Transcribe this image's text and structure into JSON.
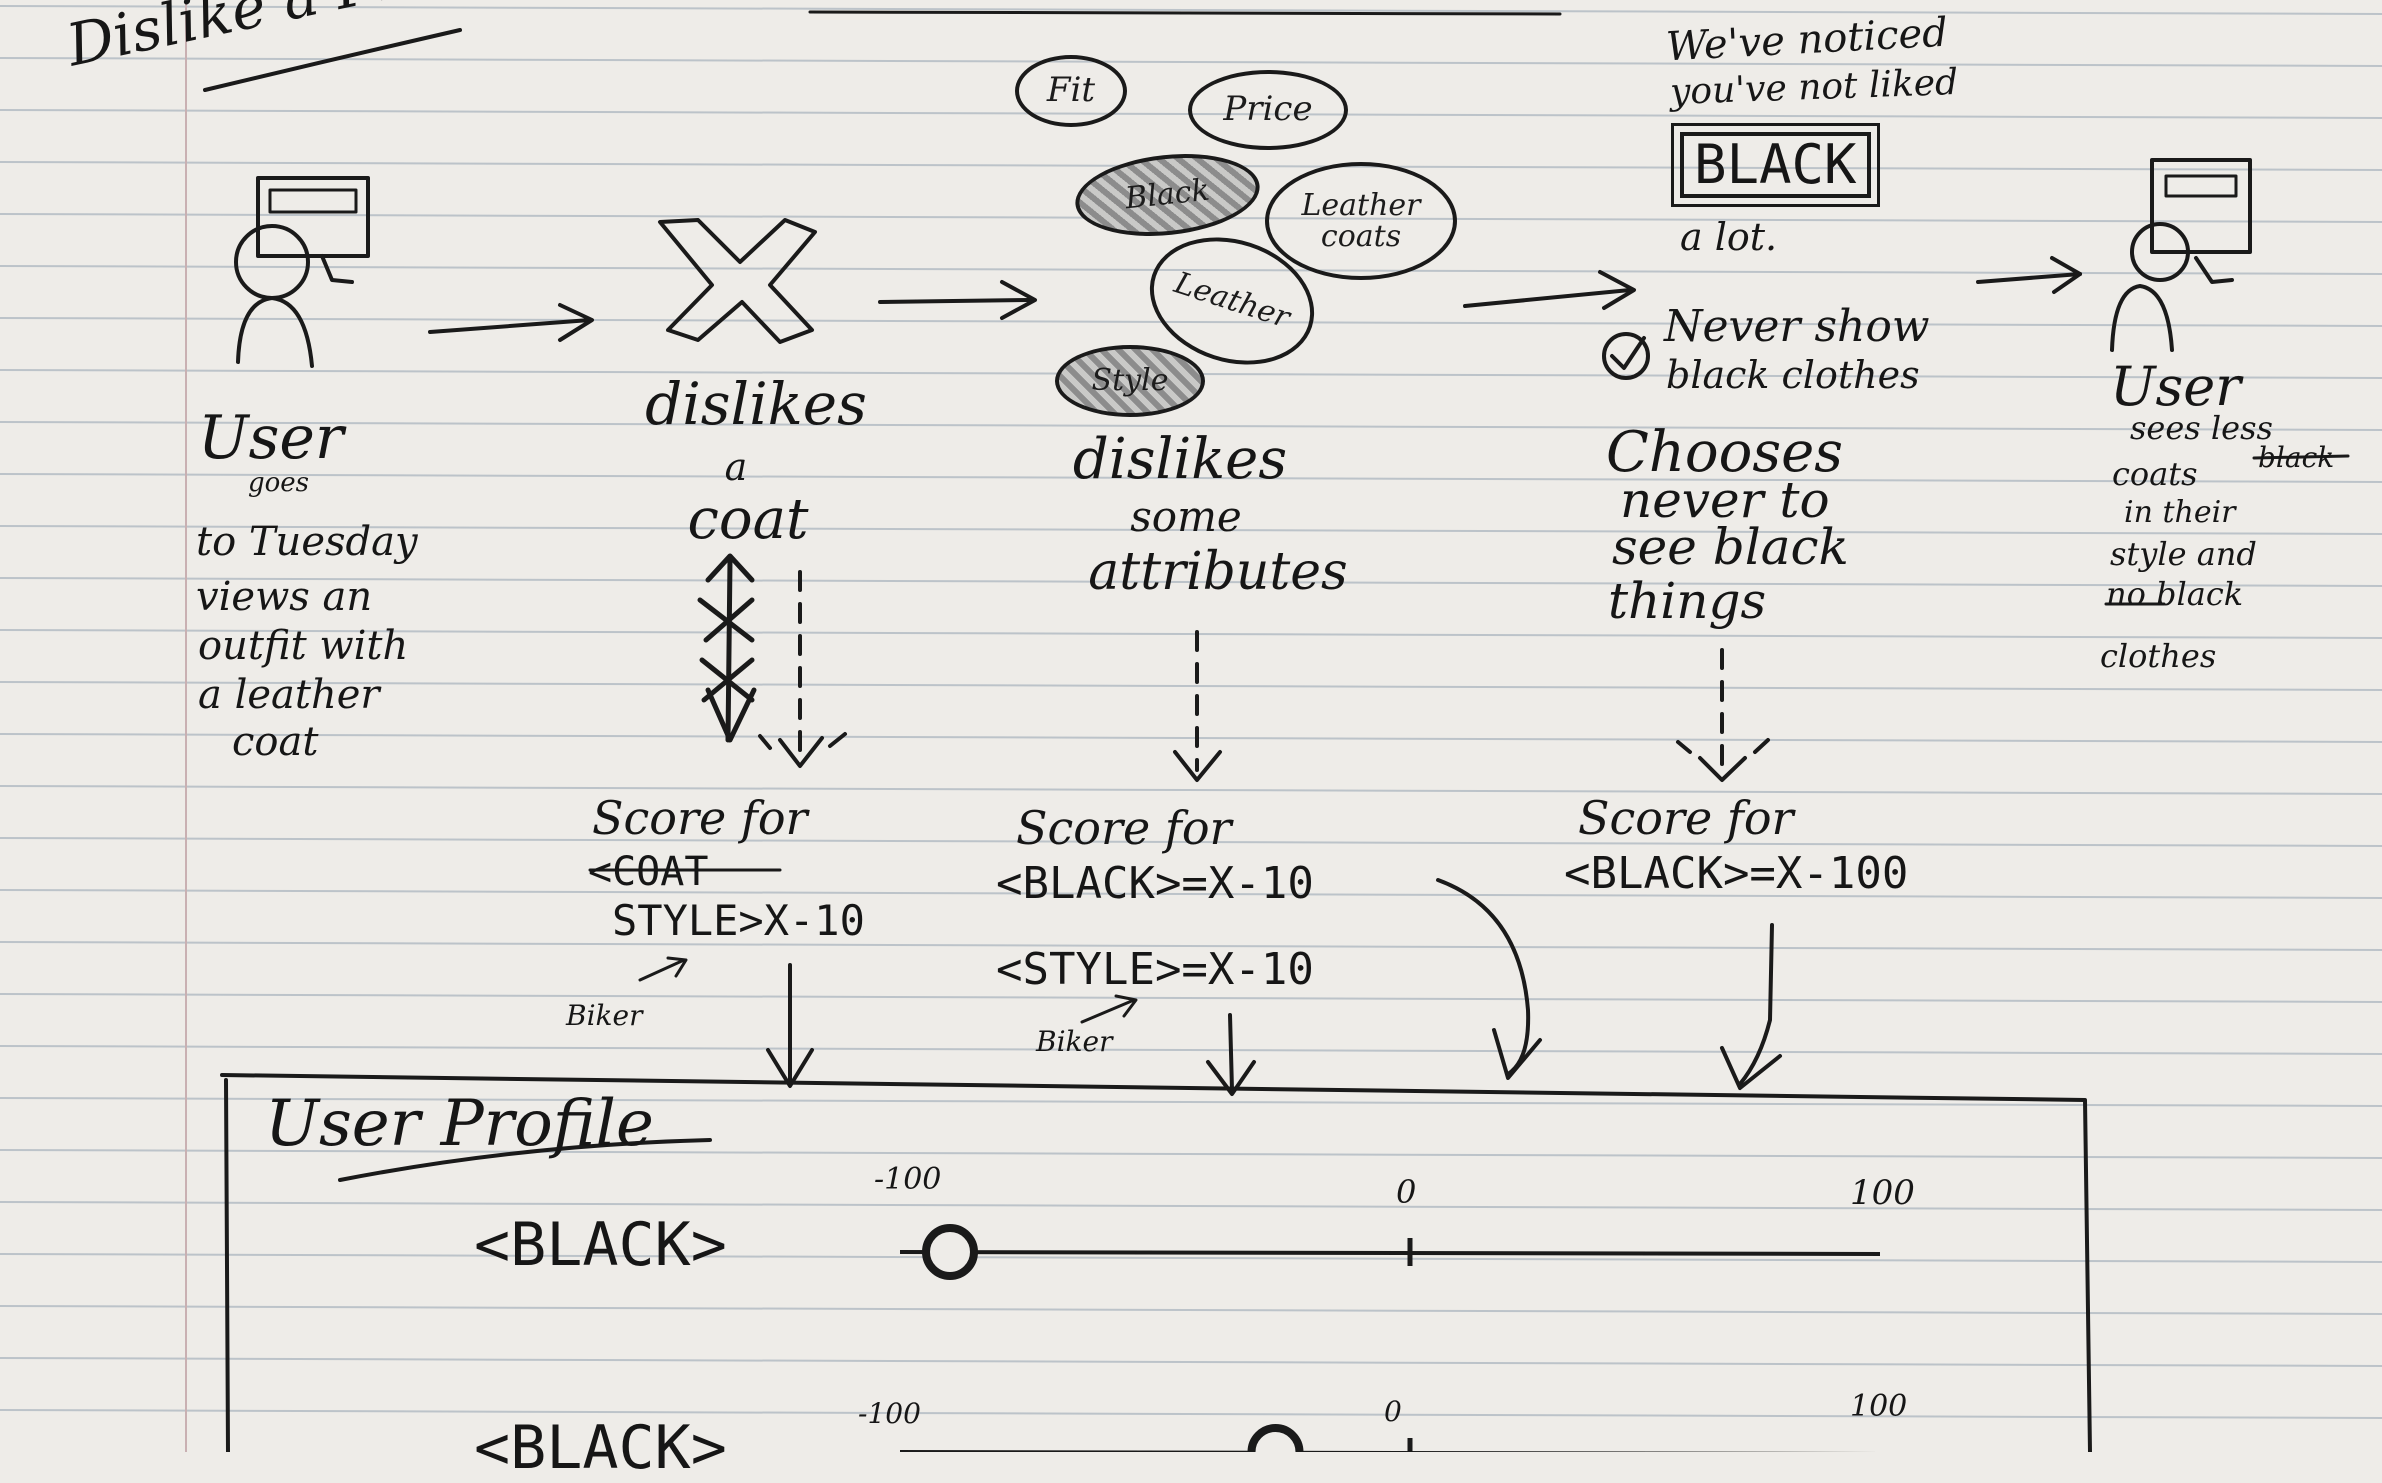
{
  "title": "Dislike a Product",
  "step1": {
    "heading": "User",
    "lines": [
      "goes",
      "to Tuesday",
      "views an",
      "outfit with",
      "a leather",
      "coat"
    ]
  },
  "step2": {
    "lines": [
      "dislikes",
      "a",
      "coat"
    ],
    "score_heading": "Score for",
    "score_struck": "<COAT",
    "score_value": "STYLE>X-10",
    "annotation": "Biker"
  },
  "step3": {
    "bubbles": [
      "Fit",
      "Price",
      "Black",
      "Leather coats",
      "Leather",
      "Style"
    ],
    "lines": [
      "dislikes",
      "some",
      "attributes"
    ],
    "score_heading": "Score for",
    "score_line1": "<BLACK>=X-10",
    "score_line2": "<STYLE>=X-10",
    "annotation": "Biker"
  },
  "step4": {
    "notice_lines": [
      "We've noticed",
      "you've not liked"
    ],
    "notice_boxed": "BLACK",
    "notice_tail": "a lot.",
    "option_lines": [
      "Never show",
      "black clothes"
    ],
    "lines": [
      "Chooses",
      "never to",
      "see black",
      "things"
    ],
    "score_heading": "Score for",
    "score_value": "<BLACK>=X-100"
  },
  "step5": {
    "heading": "User",
    "lines": [
      "sees less",
      "coats",
      "in their",
      "style and",
      "no black",
      "clothes"
    ],
    "struck": "black"
  },
  "profile": {
    "title": "User Profile",
    "rows": [
      {
        "label": "<BLACK>",
        "min": "-100",
        "mid": "0",
        "max": "100",
        "value": -100
      },
      {
        "label": "<BLACK>",
        "min": "-100",
        "mid": "0",
        "max": "100",
        "value": -30
      }
    ]
  },
  "colors": {
    "ink": "#1a1a1a",
    "paper": "#eeece8",
    "rule": "#b9c1c8",
    "margin": "#c9a7a9"
  }
}
